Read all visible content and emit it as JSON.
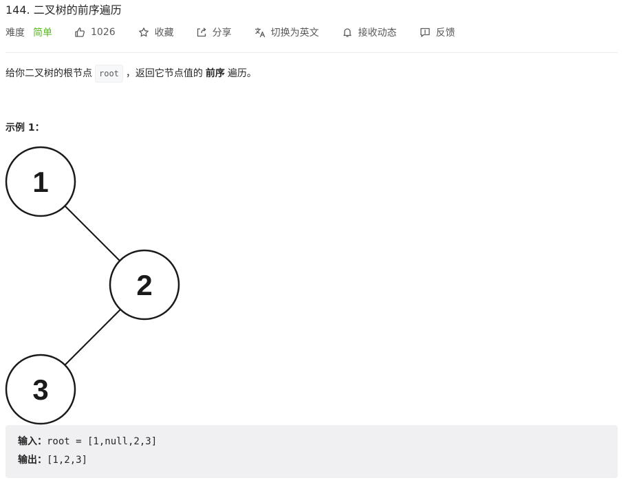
{
  "problem": {
    "title": "144. 二叉树的前序遍历"
  },
  "toolbar": {
    "difficulty_label": "难度",
    "difficulty_value": "简单",
    "difficulty_color": "#5ab726",
    "like_count": "1026",
    "favorite_label": "收藏",
    "share_label": "分享",
    "language_label": "切换为英文",
    "notify_label": "接收动态",
    "feedback_label": "反馈"
  },
  "description": {
    "prefix": "给你二叉树的根节点",
    "code": "root",
    "middle": "，返回它节点值的",
    "bold": "前序",
    "suffix": "遍历。"
  },
  "example": {
    "title": "示例 1：",
    "tree_nodes": [
      "1",
      "2",
      "3"
    ],
    "input_label": "输入：",
    "input_value": "root = [1,null,2,3]",
    "output_label": "输出：",
    "output_value": "[1,2,3]"
  }
}
